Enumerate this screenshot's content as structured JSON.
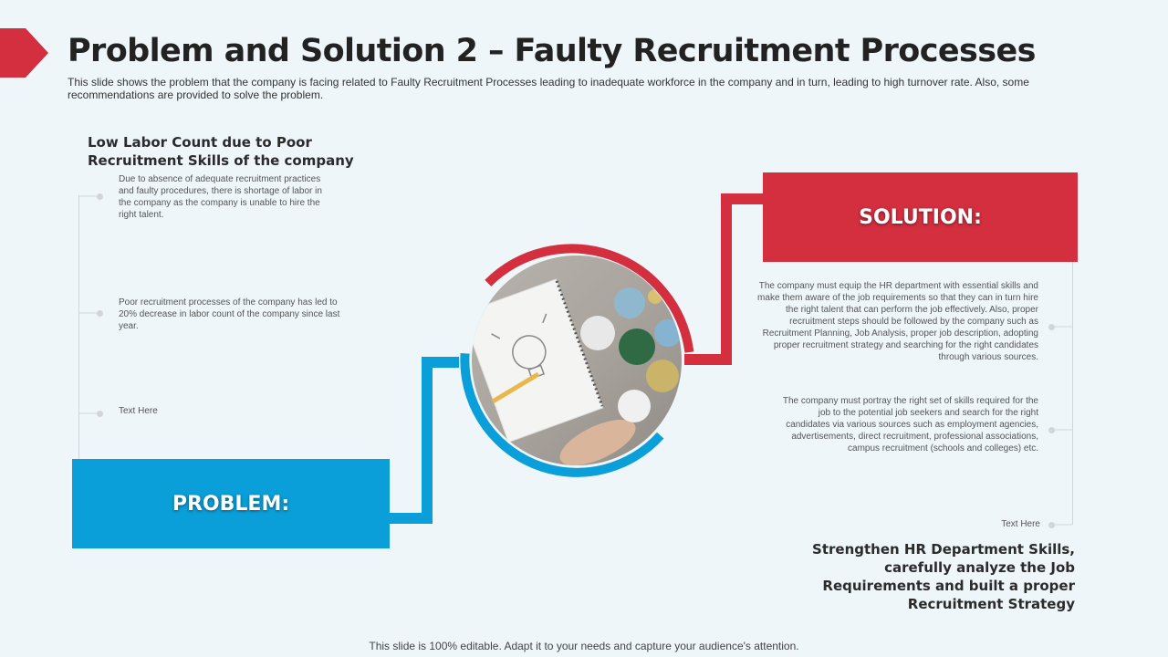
{
  "header": {
    "title": "Problem and Solution 2 – Faulty Recruitment Processes",
    "subtitle": "This slide shows the problem that the company is facing related to Faulty Recruitment Processes leading to inadequate workforce in the company and in turn, leading to high turnover  rate. Also, some recommendations are provided  to solve the problem."
  },
  "problem": {
    "label": "PROBLEM:",
    "heading": "Low Labor Count due to Poor Recruitment Skills of the company",
    "points": [
      "Due to absence of adequate recruitment practices and faulty procedures, there is shortage of labor in the company as the company is unable to hire the right talent.",
      "Poor recruitment processes of the company has led to 20% decrease in labor count of the company since last year.",
      "Text Here"
    ]
  },
  "solution": {
    "label": "SOLUTION:",
    "points": [
      "The company must equip the HR department with essential skills and make them aware of the job requirements so that they can in turn hire the right talent that can perform the job effectively. Also, proper recruitment steps should be followed by the company such as Recruitment Planning, Job Analysis, proper job description, adopting proper recruitment strategy and searching for the right candidates through various sources.",
      "The company must portray the right set of skills required for the job to the potential job seekers and search for the right candidates via various sources such as employment agencies, advertisements, direct recruitment, professional associations, campus recruitment (schools and colleges) etc.",
      "Text Here"
    ],
    "heading": "Strengthen HR Department Skills, carefully analyze the Job Requirements and built a proper Recruitment Strategy"
  },
  "footer": "This slide is 100% editable. Adapt it to your needs and capture your audience's attention.",
  "colors": {
    "red": "#d32f3f",
    "blue": "#0a9fd8",
    "bg": "#eef6fa"
  },
  "icons": {
    "arrow": "arrow-chevron-icon",
    "image": "notebook-lightbulb-photo"
  }
}
